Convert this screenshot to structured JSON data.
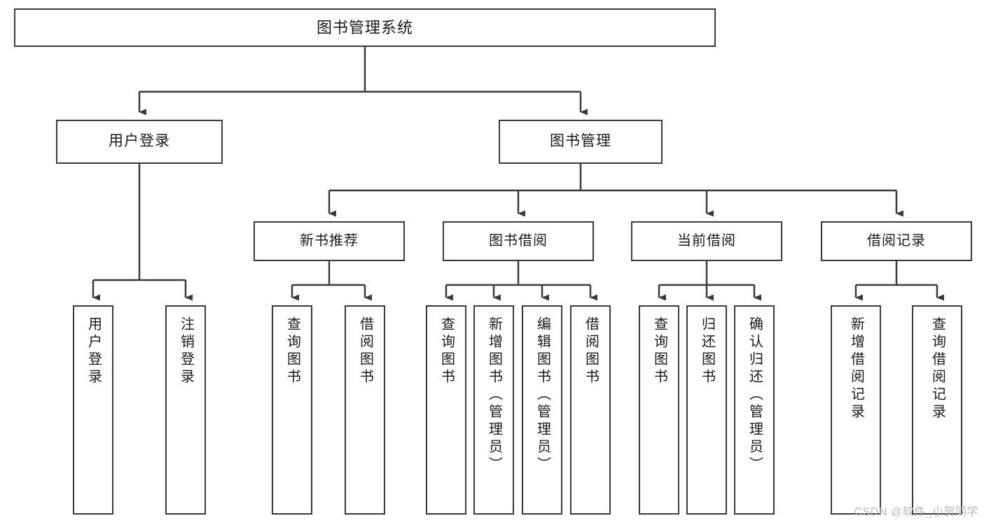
{
  "chart_data": {
    "type": "diagram",
    "title": "图书管理系统",
    "layout": "top-down hierarchy tree with arrow connectors",
    "levels": 4
  },
  "colors": {
    "background": "#ffffff",
    "stroke": "#3a3a3a",
    "text": "#1a1a1a",
    "watermark": "#b9b9b9"
  },
  "nodes": {
    "root": {
      "label": "图书管理系统"
    },
    "level2": [
      {
        "id": "user-login",
        "label": "用户登录"
      },
      {
        "id": "book-manage",
        "label": "图书管理"
      }
    ],
    "level3": [
      {
        "id": "new-book-recommend",
        "label": "新书推荐"
      },
      {
        "id": "book-borrow",
        "label": "图书借阅"
      },
      {
        "id": "current-borrow",
        "label": "当前借阅"
      },
      {
        "id": "borrow-record",
        "label": "借阅记录"
      }
    ],
    "leaves": {
      "user-login": [
        {
          "id": "leaf-user-login",
          "label": "用户登录"
        },
        {
          "id": "leaf-logout-login",
          "label": "注销登录"
        }
      ],
      "new-book-recommend": [
        {
          "id": "leaf-query-book-1",
          "label": "查询图书"
        },
        {
          "id": "leaf-borrow-book-1",
          "label": "借阅图书"
        }
      ],
      "book-borrow": [
        {
          "id": "leaf-query-book-2",
          "label": "查询图书"
        },
        {
          "id": "leaf-add-book",
          "label": "新增图书（管理员）"
        },
        {
          "id": "leaf-edit-book",
          "label": "编辑图书（管理员）"
        },
        {
          "id": "leaf-borrow-book-2",
          "label": "借阅图书"
        }
      ],
      "current-borrow": [
        {
          "id": "leaf-query-book-3",
          "label": "查询图书"
        },
        {
          "id": "leaf-return-book",
          "label": "归还图书"
        },
        {
          "id": "leaf-confirm-return",
          "label": "确认归还（管理员）"
        }
      ],
      "borrow-record": [
        {
          "id": "leaf-add-record",
          "label": "新增借阅记录"
        },
        {
          "id": "leaf-query-record",
          "label": "查询借阅记录"
        }
      ]
    }
  },
  "watermark": {
    "text": "CSDN @软件_小贺同学"
  }
}
